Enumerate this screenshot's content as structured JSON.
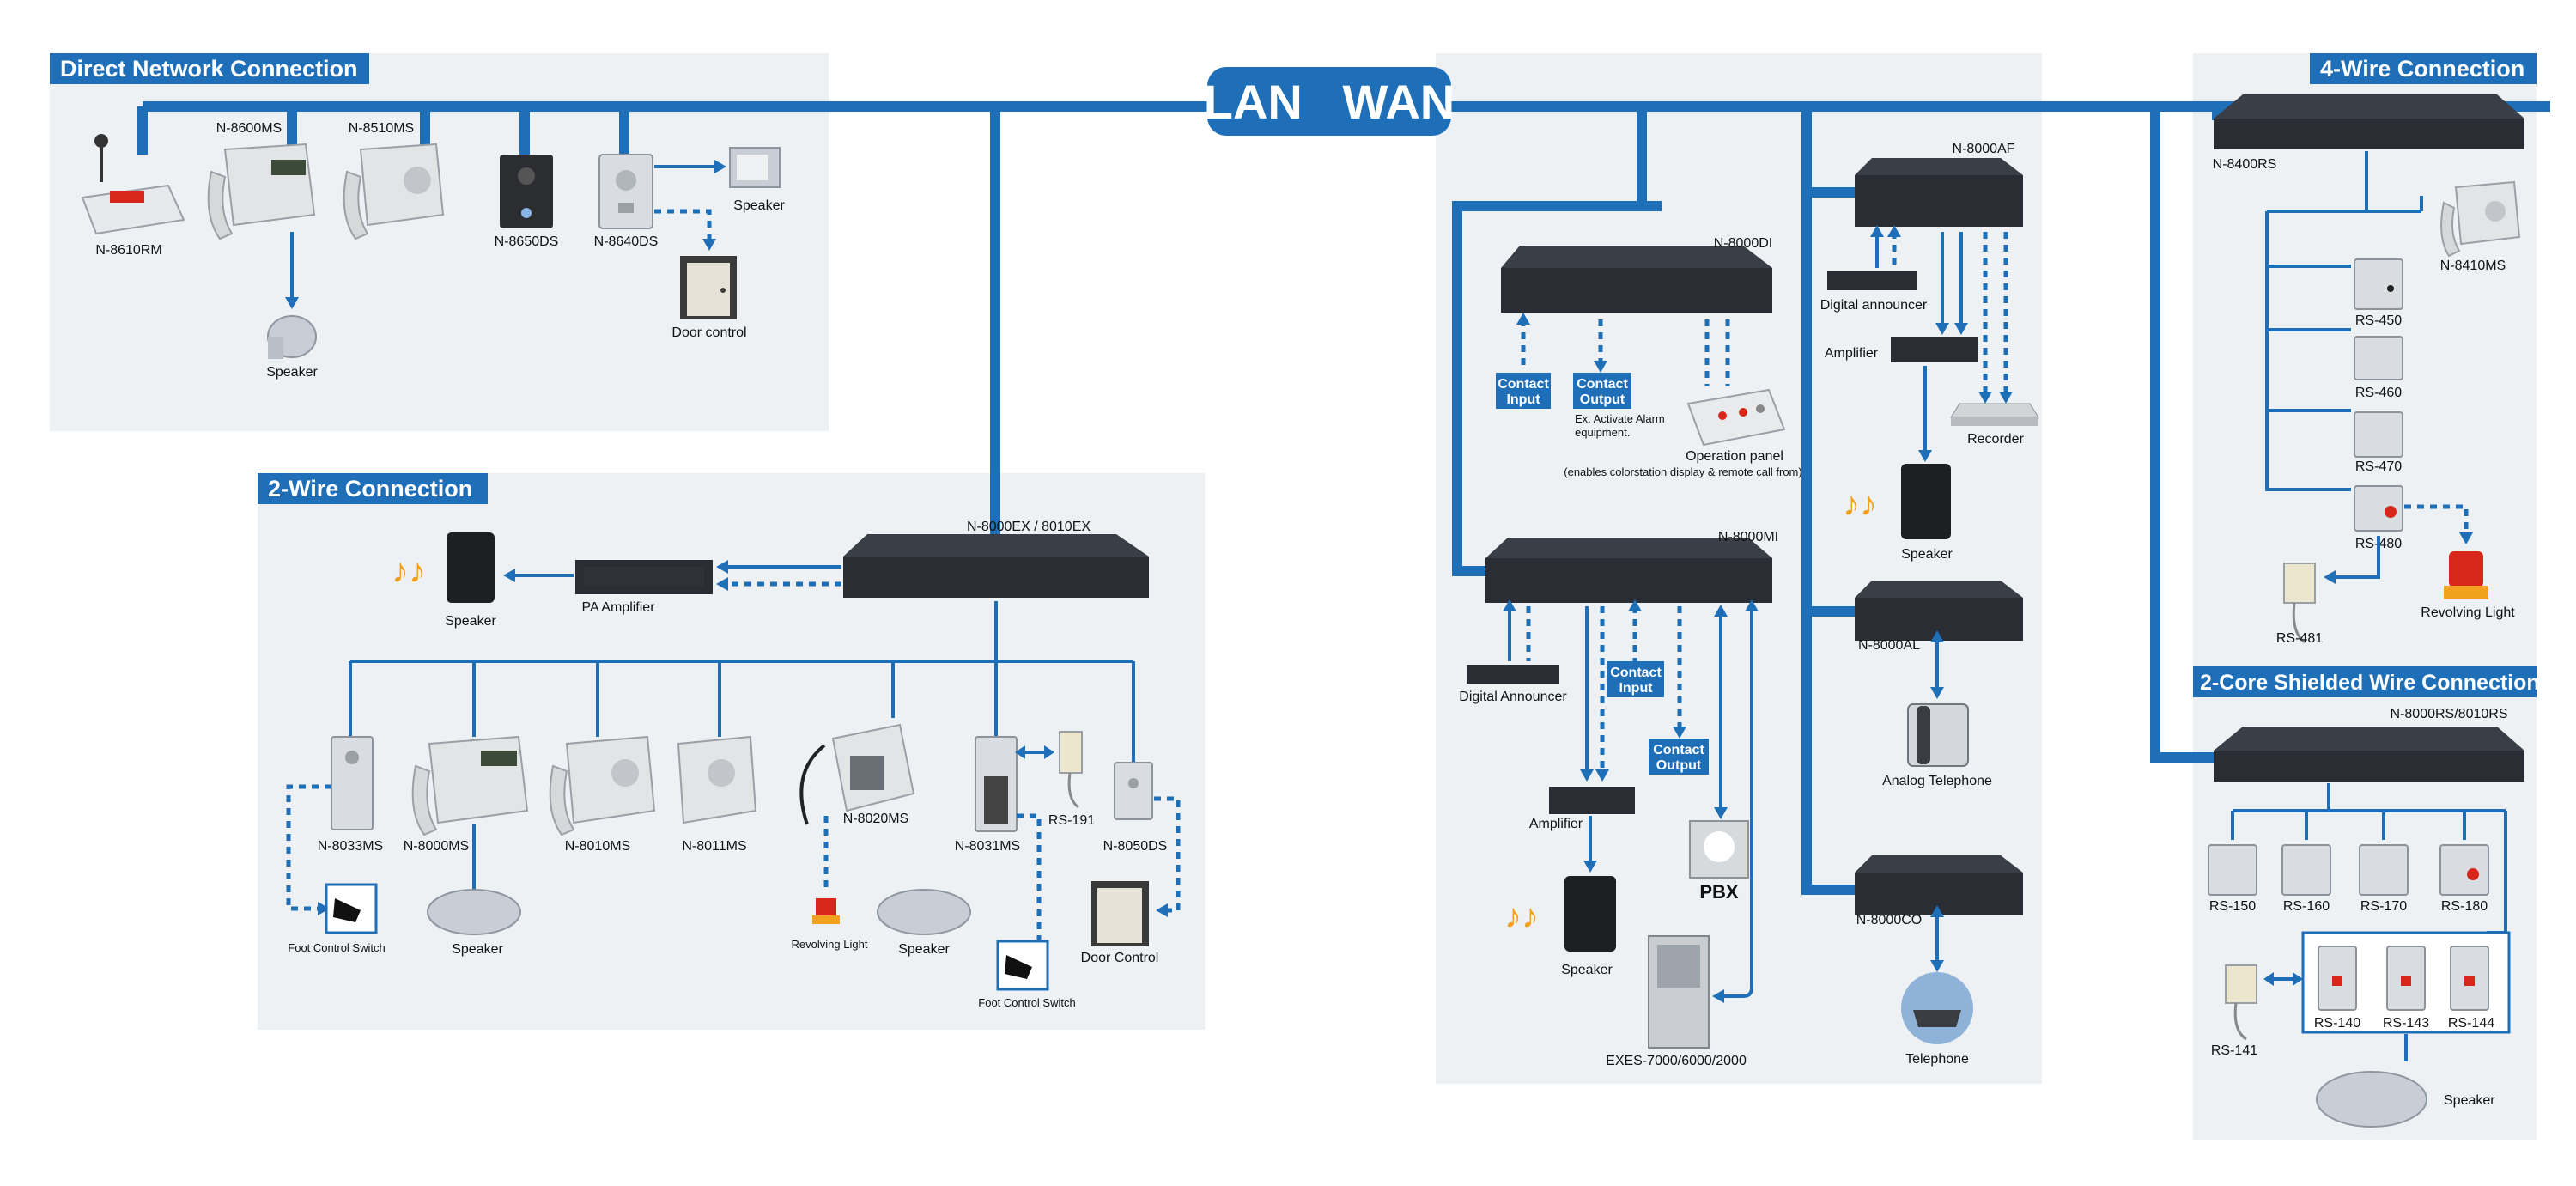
{
  "network": {
    "label": "LAN   WAN",
    "color": "#1f6fb8"
  },
  "sections": {
    "direct": "Direct Network Connection",
    "two_wire": "2-Wire Connection",
    "four_wire": "4-Wire Connection",
    "shielded": "2-Core Shielded Wire Connection"
  },
  "direct_devices": {
    "n8610rm": "N-8610RM",
    "n8600ms": "N-8600MS",
    "n8510ms": "N-8510MS",
    "n8650ds": "N-8650DS",
    "n8640ds": "N-8640DS",
    "speaker_a": "Speaker",
    "speaker_b": "Speaker",
    "door_control": "Door control"
  },
  "two_wire_devices": {
    "exchange": "N-8000EX / 8010EX",
    "pa_amp": "PA Amplifier",
    "speaker_pa": "Speaker",
    "n8033ms": "N-8033MS",
    "n8000ms": "N-8000MS",
    "n8010ms": "N-8010MS",
    "n8011ms": "N-8011MS",
    "n8020ms": "N-8020MS",
    "n8031ms": "N-8031MS",
    "n8050ds": "N-8050DS",
    "rs191": "RS-191",
    "foot_switch_a": "Foot Control Switch",
    "foot_switch_b": "Foot Control Switch",
    "speaker_c1": "Speaker",
    "speaker_c2": "Speaker",
    "revolving_light": "Revolving Light",
    "door_control": "Door Control"
  },
  "center_devices": {
    "n8000di": "N-8000DI",
    "contact_input": [
      "Contact",
      "Input"
    ],
    "contact_output": [
      "Contact",
      "Output"
    ],
    "alarm_note": [
      "Ex. Activate Alarm",
      "equipment."
    ],
    "operation_panel": "Operation panel",
    "operation_note": "(enables colorstation display & remote call from)",
    "n8000af": "N-8000AF",
    "digital_announcer_a": "Digital announcer",
    "amplifier_a": "Amplifier",
    "recorder": "Recorder",
    "speaker_af": "Speaker",
    "n8000mi": "N-8000MI",
    "digital_announcer_b": "Digital Announcer",
    "contact_input_b": [
      "Contact",
      "Input"
    ],
    "contact_output_b": [
      "Contact",
      "Output"
    ],
    "amplifier_b": "Amplifier",
    "pbx": "PBX",
    "speaker_mi": "Speaker",
    "exes": "EXES-7000/6000/2000",
    "n8000al": "N-8000AL",
    "analog_phone": "Analog Telephone",
    "n8000co": "N-8000CO",
    "telephone": "Telephone"
  },
  "four_wire_devices": {
    "n8400rs": "N-8400RS",
    "n8410ms": "N-8410MS",
    "rs450": "RS-450",
    "rs460": "RS-460",
    "rs470": "RS-470",
    "rs480": "RS-480",
    "rs481": "RS-481",
    "revolving_light": "Revolving Light"
  },
  "shielded_devices": {
    "n8000rs": "N-8000RS/8010RS",
    "rs150": "RS-150",
    "rs160": "RS-160",
    "rs170": "RS-170",
    "rs180": "RS-180",
    "rs141": "RS-141",
    "rs140": "RS-140",
    "rs143": "RS-143",
    "rs144": "RS-144",
    "speaker": "Speaker"
  }
}
